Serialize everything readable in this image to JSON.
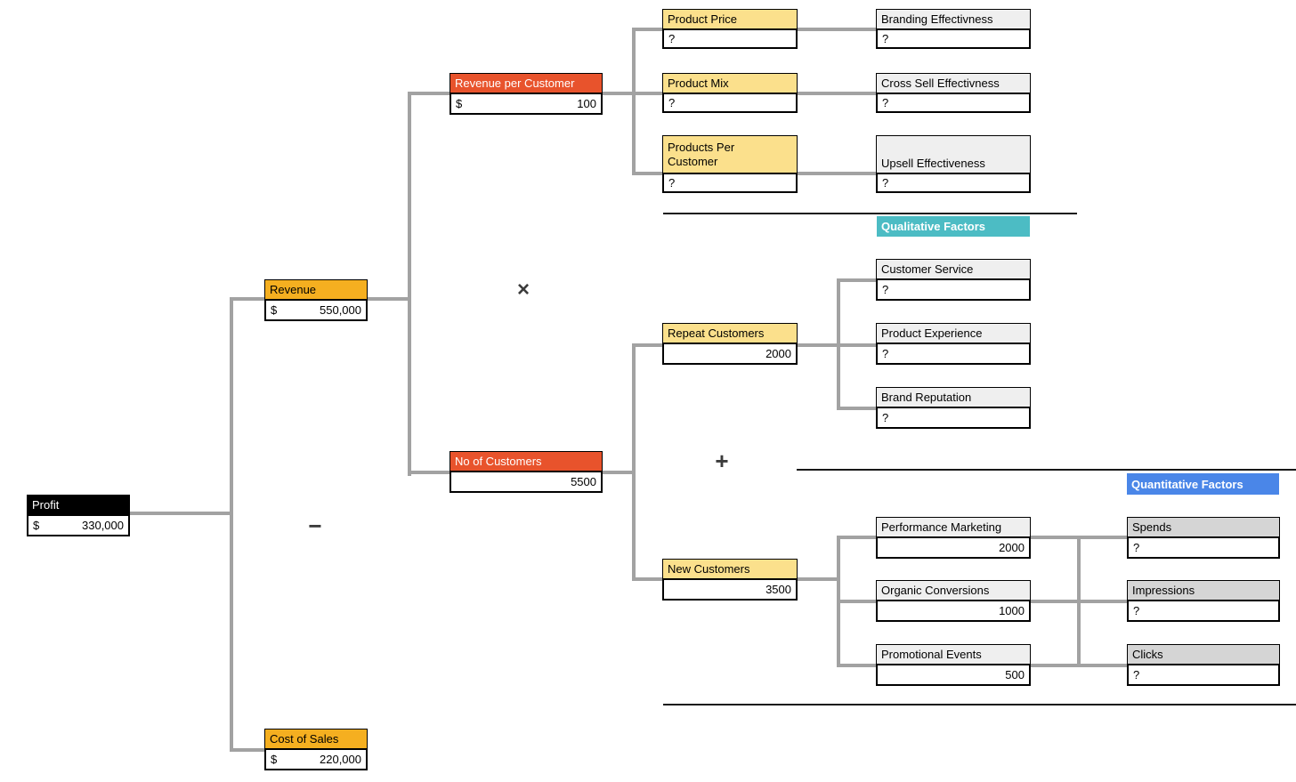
{
  "section_labels": {
    "qualitative": "Qualitative Factors",
    "quantitative": "Quantitative Factors"
  },
  "operators": {
    "subtract": "−",
    "multiply": "×",
    "add": "+"
  },
  "colors": {
    "profit_header": "#000000",
    "revenue_cost_header": "#F5AF20",
    "customer_driver_header": "#E8532C",
    "sub_driver_header": "#FBE08C",
    "qualitative_box_header": "#EFEFEF",
    "quantitative_box_header": "#D5D5D5",
    "qualitative_badge": "#4CBCC4",
    "quantitative_badge": "#4A86E8",
    "connector_line": "#A2A2A2"
  },
  "nodes": {
    "profit": {
      "label": "Profit",
      "currency": "$",
      "value": "330,000"
    },
    "revenue": {
      "label": "Revenue",
      "currency": "$",
      "value": "550,000"
    },
    "cost_of_sales": {
      "label": "Cost of Sales",
      "currency": "$",
      "value": "220,000"
    },
    "revenue_per_customer": {
      "label": "Revenue per Customer",
      "currency": "$",
      "value": "100"
    },
    "no_of_customers": {
      "label": "No of Customers",
      "value": "5500"
    },
    "product_price": {
      "label": "Product Price",
      "value": "?"
    },
    "product_mix": {
      "label": "Product Mix",
      "value": "?"
    },
    "products_per_customer": {
      "label": "Products Per Customer",
      "value": "?"
    },
    "repeat_customers": {
      "label": "Repeat Customers",
      "value": "2000"
    },
    "new_customers": {
      "label": "New Customers",
      "value": "3500"
    },
    "branding_effectivness": {
      "label": "Branding Effectivness",
      "value": "?"
    },
    "cross_sell_effectivness": {
      "label": "Cross Sell Effectivness",
      "value": "?"
    },
    "upsell_effectiveness": {
      "label": "Upsell Effectiveness",
      "value": "?"
    },
    "customer_service": {
      "label": "Customer Service",
      "value": "?"
    },
    "product_experience": {
      "label": "Product Experience",
      "value": "?"
    },
    "brand_reputation": {
      "label": "Brand Reputation",
      "value": "?"
    },
    "performance_marketing": {
      "label": "Performance Marketing",
      "value": "2000"
    },
    "organic_conversions": {
      "label": "Organic Conversions",
      "value": "1000"
    },
    "promotional_events": {
      "label": "Promotional Events",
      "value": "500"
    },
    "spends": {
      "label": "Spends",
      "value": "?"
    },
    "impressions": {
      "label": "Impressions",
      "value": "?"
    },
    "clicks": {
      "label": "Clicks",
      "value": "?"
    }
  }
}
